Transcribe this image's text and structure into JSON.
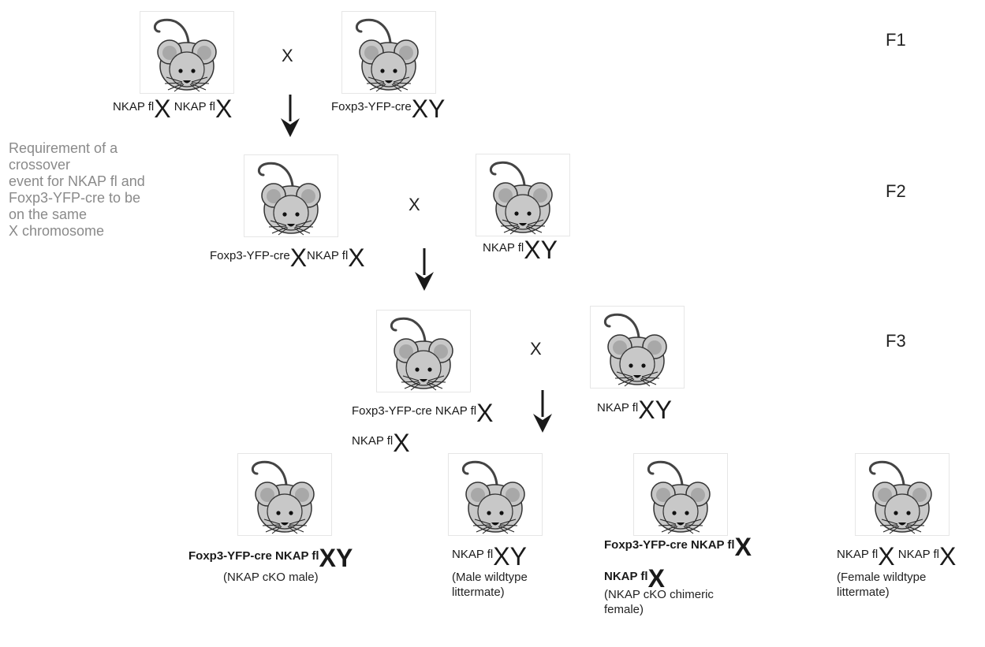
{
  "generations": {
    "f1": "F1",
    "f2": "F2",
    "f3": "F3"
  },
  "cross_symbol": "X",
  "note": [
    "Requirement of a",
    "crossover",
    "event for NKAP fl and",
    "Foxp3-YFP-cre to be",
    "on the same",
    "X chromosome"
  ],
  "chromosomes": {
    "x": "X",
    "y": "Y"
  },
  "genes": {
    "nkap": "NKAP fl",
    "foxp3": "Foxp3-YFP-cre",
    "combo": "Foxp3-YFP-cre NKAP fl"
  },
  "offspring": {
    "male_cko": "(NKAP cKO male)",
    "male_wt": [
      "(Male wildtype",
      "littermate)"
    ],
    "female_cko": [
      "(NKAP cKO chimeric",
      "female)"
    ],
    "female_wt": [
      "(Female wildtype",
      "littermate)"
    ]
  },
  "colors": {
    "body": "#c8c8c8",
    "ear_inner": "#a8a8a8",
    "outline": "#333333",
    "arrow": "#1a1a1a",
    "note": "#8a8a8a"
  }
}
